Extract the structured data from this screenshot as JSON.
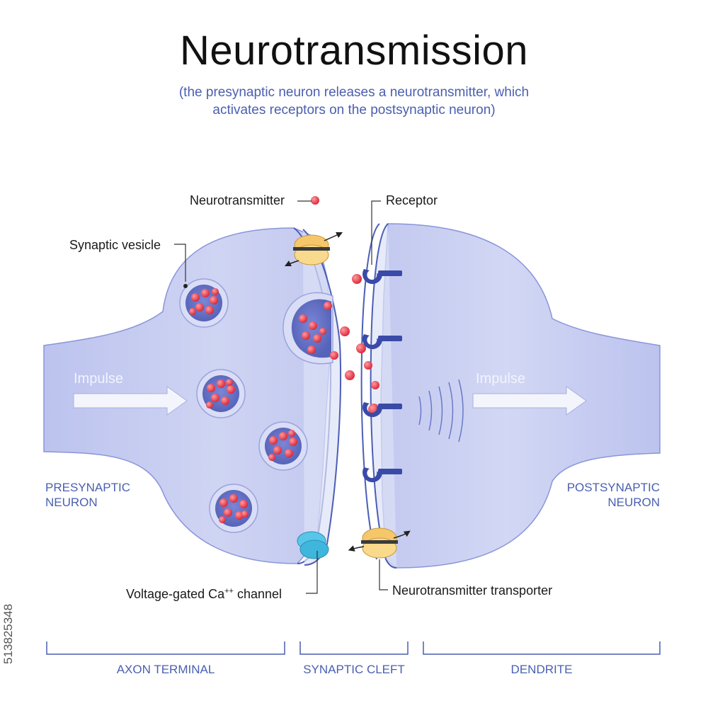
{
  "title": "Neurotransmission",
  "subtitle_line1": "(the presynaptic neuron releases a neurotransmitter, which",
  "subtitle_line2": "activates receptors on the postsynaptic neuron)",
  "labels": {
    "neurotransmitter": "Neurotransmitter",
    "receptor": "Receptor",
    "synaptic_vesicle": "Synaptic vesicle",
    "voltage_gated_channel": "Voltage-gated Ca",
    "channel_superscript": "++",
    "channel_suffix": " channel",
    "transporter": "Neurotransmitter transporter"
  },
  "impulse_left": "Impulse",
  "impulse_right": "Impulse",
  "presynaptic": {
    "line1": "PRESYNAPTIC",
    "line2": "NEURON"
  },
  "postsynaptic": {
    "line1": "POSTSYNAPTIC",
    "line2": "NEURON"
  },
  "sections": {
    "axon_terminal": "AXON TERMINAL",
    "synaptic_cleft": "SYNAPTIC CLEFT",
    "dendrite": "DENDRITE"
  },
  "stock_id": "513825348",
  "colors": {
    "membrane_fill": "#c9cff1",
    "membrane_stroke": "#4b5eb5",
    "vesicle_fill": "#6470c4",
    "neurotransmitter": "#e8394a",
    "receptor": "#3a4aa8",
    "transporter": "#f5c76a",
    "calcium_channel": "#3fb6dc",
    "text_blue": "#4a5fb0"
  }
}
